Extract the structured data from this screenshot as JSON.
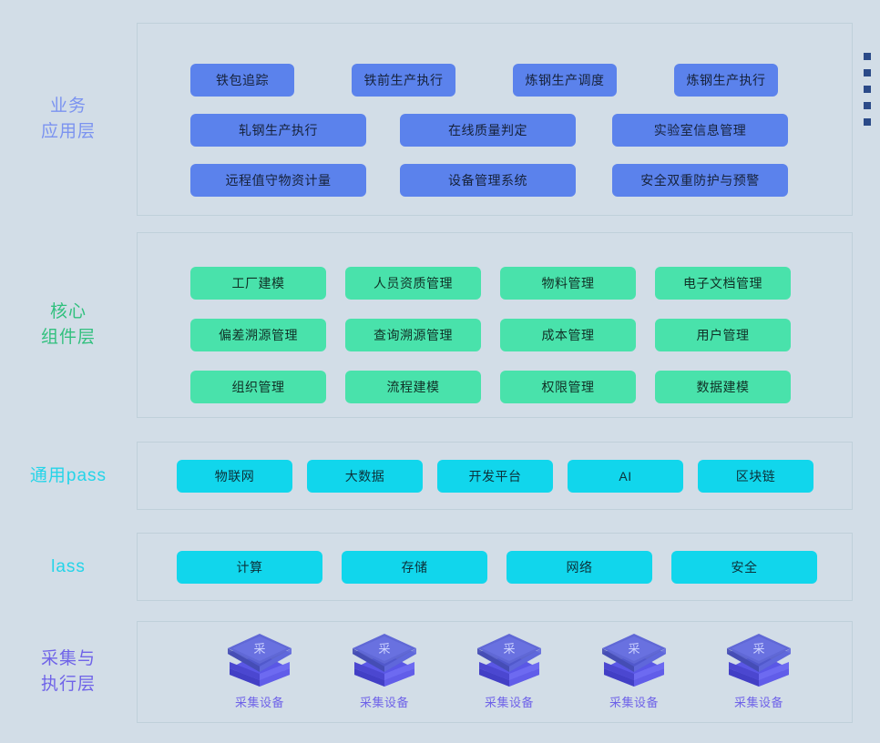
{
  "layers": [
    {
      "id": "business",
      "label": "业务\n应用层",
      "label_color": "#7b93f0",
      "chip_color": "#5b82ec",
      "rows": [
        [
          "铁包追踪",
          "铁前生产执行",
          "炼钢生产调度",
          "炼钢生产执行"
        ],
        [
          "轧钢生产执行",
          "在线质量判定",
          "实验室信息管理"
        ],
        [
          "远程值守物资计量",
          "设备管理系统",
          "安全双重防护与预警"
        ]
      ]
    },
    {
      "id": "core",
      "label": "核心\n组件层",
      "label_color": "#31c07e",
      "chip_color": "#49e2ab",
      "rows": [
        [
          "工厂建模",
          "人员资质管理",
          "物料管理",
          "电子文档管理"
        ],
        [
          "偏差溯源管理",
          "查询溯源管理",
          "成本管理",
          "用户管理"
        ],
        [
          "组织管理",
          "流程建模",
          "权限管理",
          "数据建模"
        ]
      ]
    },
    {
      "id": "paas",
      "label": "通用pass",
      "label_color": "#25d4e8",
      "chip_color": "#11d6ec",
      "rows": [
        [
          "物联网",
          "大数据",
          "开发平台",
          "AI",
          "区块链"
        ]
      ]
    },
    {
      "id": "iaas",
      "label": "lass",
      "label_color": "#25d4e8",
      "chip_color": "#11d6ec",
      "rows": [
        [
          "计算",
          "存储",
          "网络",
          "安全"
        ]
      ]
    },
    {
      "id": "collect",
      "label": "采集与\n执行层",
      "label_color": "#6f63e8",
      "devices": [
        {
          "icon": "collection-device-cube-icon",
          "glyph": "采",
          "label": "采集设备"
        },
        {
          "icon": "collection-device-cube-icon",
          "glyph": "采",
          "label": "采集设备"
        },
        {
          "icon": "collection-device-cube-icon",
          "glyph": "采",
          "label": "采集设备"
        },
        {
          "icon": "collection-device-cube-icon",
          "glyph": "采",
          "label": "采集设备"
        },
        {
          "icon": "collection-device-cube-icon",
          "glyph": "采",
          "label": "采集设备"
        }
      ]
    }
  ],
  "edge_list": {
    "bullet_color": "#2b4a88",
    "items": [
      "",
      "",
      "",
      "",
      ""
    ]
  },
  "theme": {
    "background": "#d2dde7",
    "panel_border": "#bfd0da",
    "chip_text": "#16223a"
  }
}
